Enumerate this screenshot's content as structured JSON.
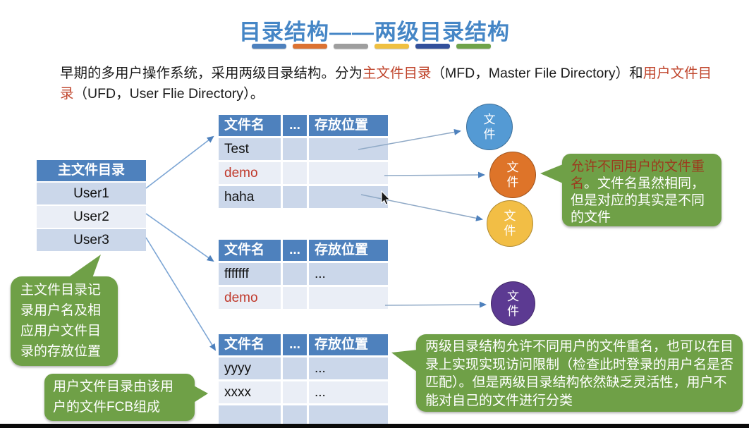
{
  "title": {
    "text": "目录结构——两级目录结构",
    "underline_colors": [
      "#4E81BD",
      "#DC7232",
      "#9E9E9E",
      "#EFC042",
      "#32509B",
      "#6FA34A"
    ]
  },
  "intro": {
    "segments": [
      {
        "text": "早期的多用户操作系统，采用两级目录结构。分为",
        "color": "#1a1a1a"
      },
      {
        "text": "主文件目录",
        "color": "#C0452C"
      },
      {
        "text": "（MFD，Master File Directory）和",
        "color": "#1a1a1a"
      },
      {
        "text": "用户文件目录",
        "color": "#C0452C"
      },
      {
        "text": "（UFD，User Flie Directory）。",
        "color": "#1a1a1a"
      }
    ]
  },
  "mfd_table": {
    "header": "主文件目录",
    "rows": [
      "User1",
      "User2",
      "User3"
    ]
  },
  "ufd_tables": [
    {
      "headers": [
        "文件名",
        "...",
        "存放位置"
      ],
      "rows": [
        {
          "name": "Test",
          "location": "",
          "red": false
        },
        {
          "name": "demo",
          "location": "",
          "red": true
        },
        {
          "name": "haha",
          "location": "",
          "red": false
        }
      ]
    },
    {
      "headers": [
        "文件名",
        "...",
        "存放位置"
      ],
      "rows": [
        {
          "name": "fffffff",
          "location": "...",
          "red": false
        },
        {
          "name": "demo",
          "location": "",
          "red": true
        }
      ]
    },
    {
      "headers": [
        "文件名",
        "...",
        "存放位置"
      ],
      "rows": [
        {
          "name": "yyyy",
          "location": "...",
          "red": false
        },
        {
          "name": "xxxx",
          "location": "...",
          "red": false
        },
        {
          "name": "",
          "location": "",
          "red": false
        }
      ]
    }
  ],
  "file_circles": [
    {
      "label": "文件",
      "color": "#549AD4"
    },
    {
      "label": "文件",
      "color": "#DE7429"
    },
    {
      "label": "文件",
      "color": "#F2BE45"
    },
    {
      "label": "文件",
      "color": "#5C3A92"
    }
  ],
  "callouts": {
    "rename": {
      "segments": [
        {
          "text": "允许不同用户的文件重名",
          "color": "#9C3A1E"
        },
        {
          "text": "。文件名虽然相同，但是对应的其实是不同的文件",
          "color": "#FFFFFF"
        }
      ]
    },
    "mfd_note": {
      "text": "主文件目录记录用户名及相应用户文件目录的存放位置"
    },
    "ufd_note": {
      "text": "用户文件目录由该用户的文件FCB组成"
    },
    "summary": {
      "text": "两级目录结构允许不同用户的文件重名，也可以在目录上实现实现访问限制（检查此时登录的用户名是否匹配）。但是两级目录结构依然缺乏灵活性，用户不能对自己的文件进行分类"
    }
  },
  "colors": {
    "accent_blue": "#4E81BD",
    "row_shade_dark": "#CBD7EA",
    "row_shade_light": "#EAEEF6",
    "callout_green": "#6FA047",
    "title_blue": "#4586C6",
    "red_text": "#C0452C",
    "demo_red": "#C0392B",
    "callout_dark_red": "#9C3A1E",
    "arrow_blue": "#4E81BD",
    "arrow_line": "#7CA5D4"
  }
}
